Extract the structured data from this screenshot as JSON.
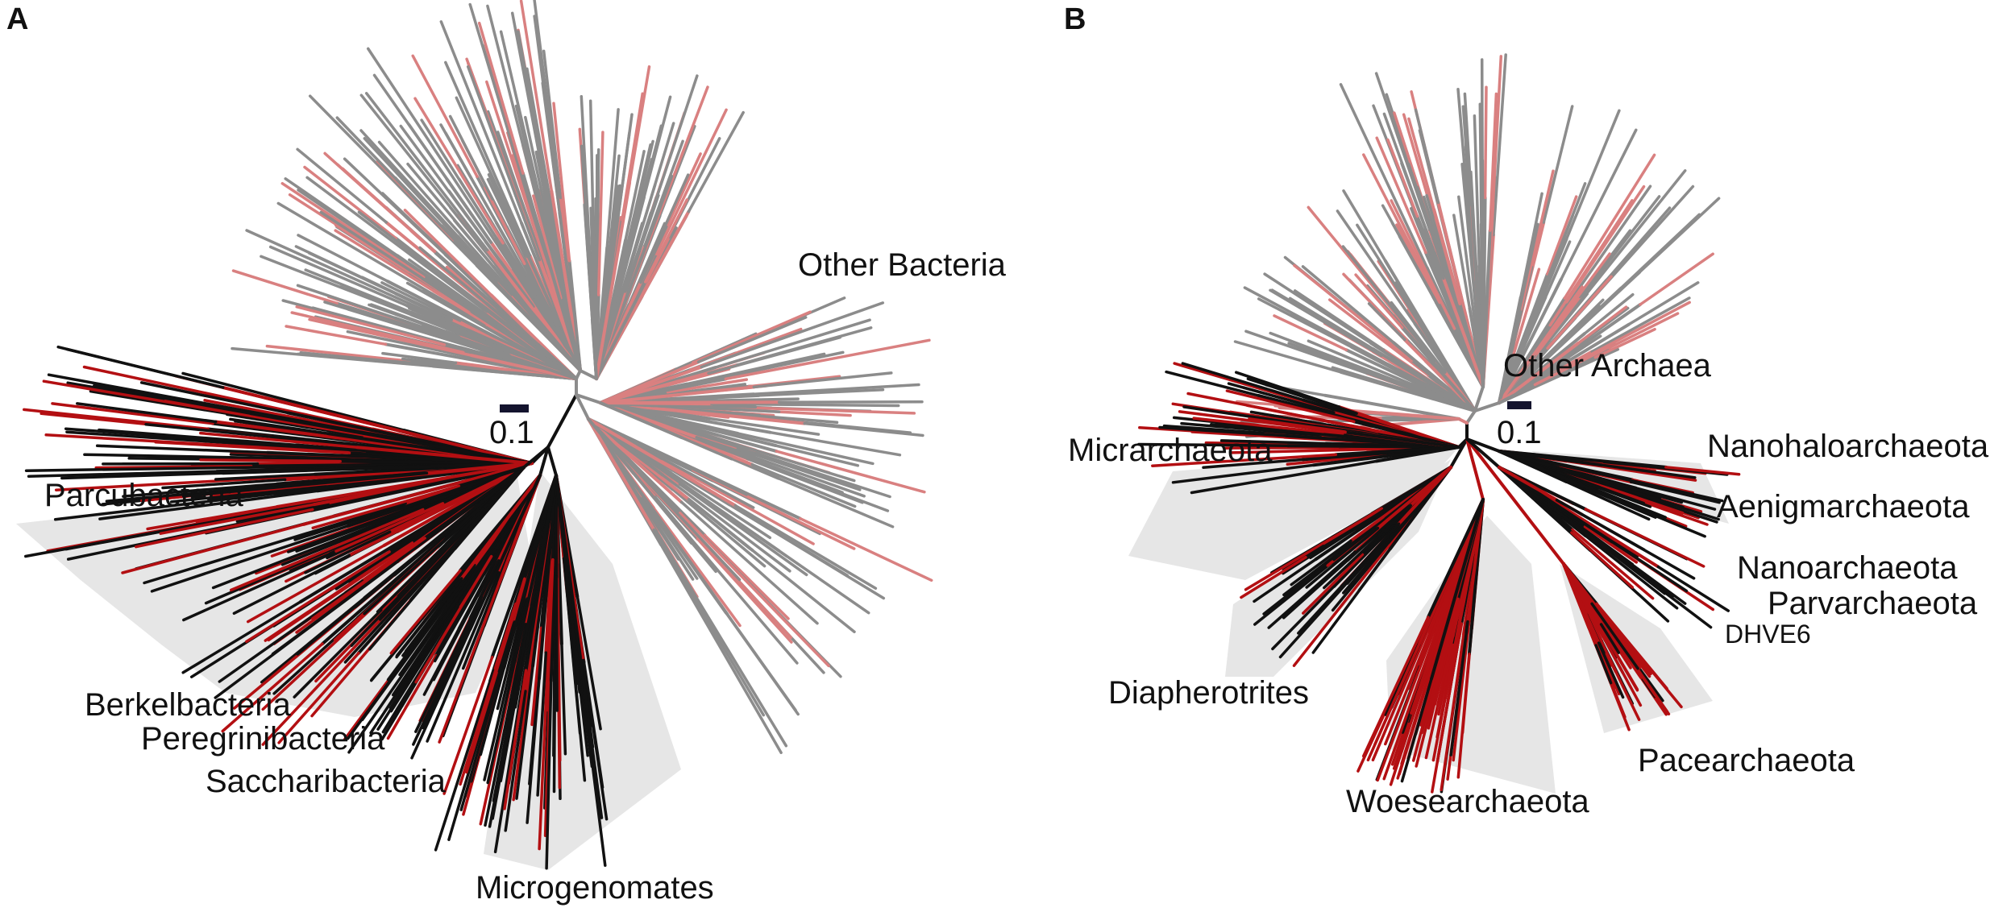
{
  "colors": {
    "gray": "#8c8c8c",
    "pink": "#d98080",
    "red": "#b30f12",
    "black": "#111111",
    "hull": "#e6e6e6",
    "scale_bar": "#14142e"
  },
  "panel_a": {
    "letter": "A",
    "scale_label": "0.1",
    "labels": {
      "other_bacteria": "Other Bacteria",
      "parcubacteria": "Parcubacteria",
      "berkelbacteria": "Berkelbacteria",
      "peregrinibacteria": "Peregrinibacteria",
      "saccharibacteria": "Saccharibacteria",
      "microgenomates": "Microgenomates"
    }
  },
  "panel_b": {
    "letter": "B",
    "scale_label": "0.1",
    "labels": {
      "other_archaea": "Other Archaea",
      "micrarchaeota": "Micrarchaeota",
      "nanohaloarchaeota": "Nanohaloarchaeota",
      "aenigmarchaeota": "Aenigmarchaeota",
      "nanoarchaeota": "Nanoarchaeota",
      "parvarchaeota": "Parvarchaeota",
      "dhve6": "DHVE6",
      "diapherotrites": "Diapherotrites",
      "pacearchaeota": "Pacearchaeota",
      "woesearchaeota": "Woesearchaeota"
    }
  }
}
